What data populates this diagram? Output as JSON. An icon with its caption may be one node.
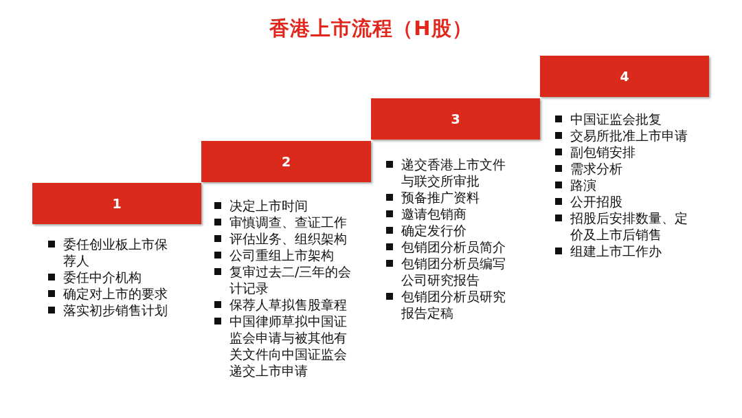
{
  "diagram": {
    "title": "香港上市流程（H股）",
    "nodes": [
      {
        "text": [
          "1"
        ],
        "beside": [
          "委任创业板上市保荐人",
          "委任中介机构",
          "确定对上市的要求",
          "落实初步销售计划"
        ]
      },
      {
        "text": [
          "2"
        ],
        "beside": [
          "决定上市时间",
          "审慎调查、查证工作",
          "评估业务、组织架构",
          "公司重组上市架构",
          "复审过去二/三年的会计记录",
          "保荐人草拟售股章程",
          "中国律师草拟中国证监会申请与被其他有关文件向中国证监会递交上市申请"
        ]
      },
      {
        "text": [
          "3"
        ],
        "beside": [
          "递交香港上市文件与联交所审批",
          "预备推广资料",
          "邀请包销商",
          "确定发行价",
          "包销团分析员简介",
          "包销团分析员编写公司研究报告",
          "包销团分析员研究报告定稿"
        ]
      },
      {
        "text": [
          "4"
        ],
        "beside": [
          "中国证监会批复",
          "交易所批准上市申请",
          "副包销安排",
          "需求分析",
          "路演",
          "公开招股",
          "招股后安排数量、定价及上市后销售",
          "组建上市工作办"
        ]
      }
    ]
  }
}
